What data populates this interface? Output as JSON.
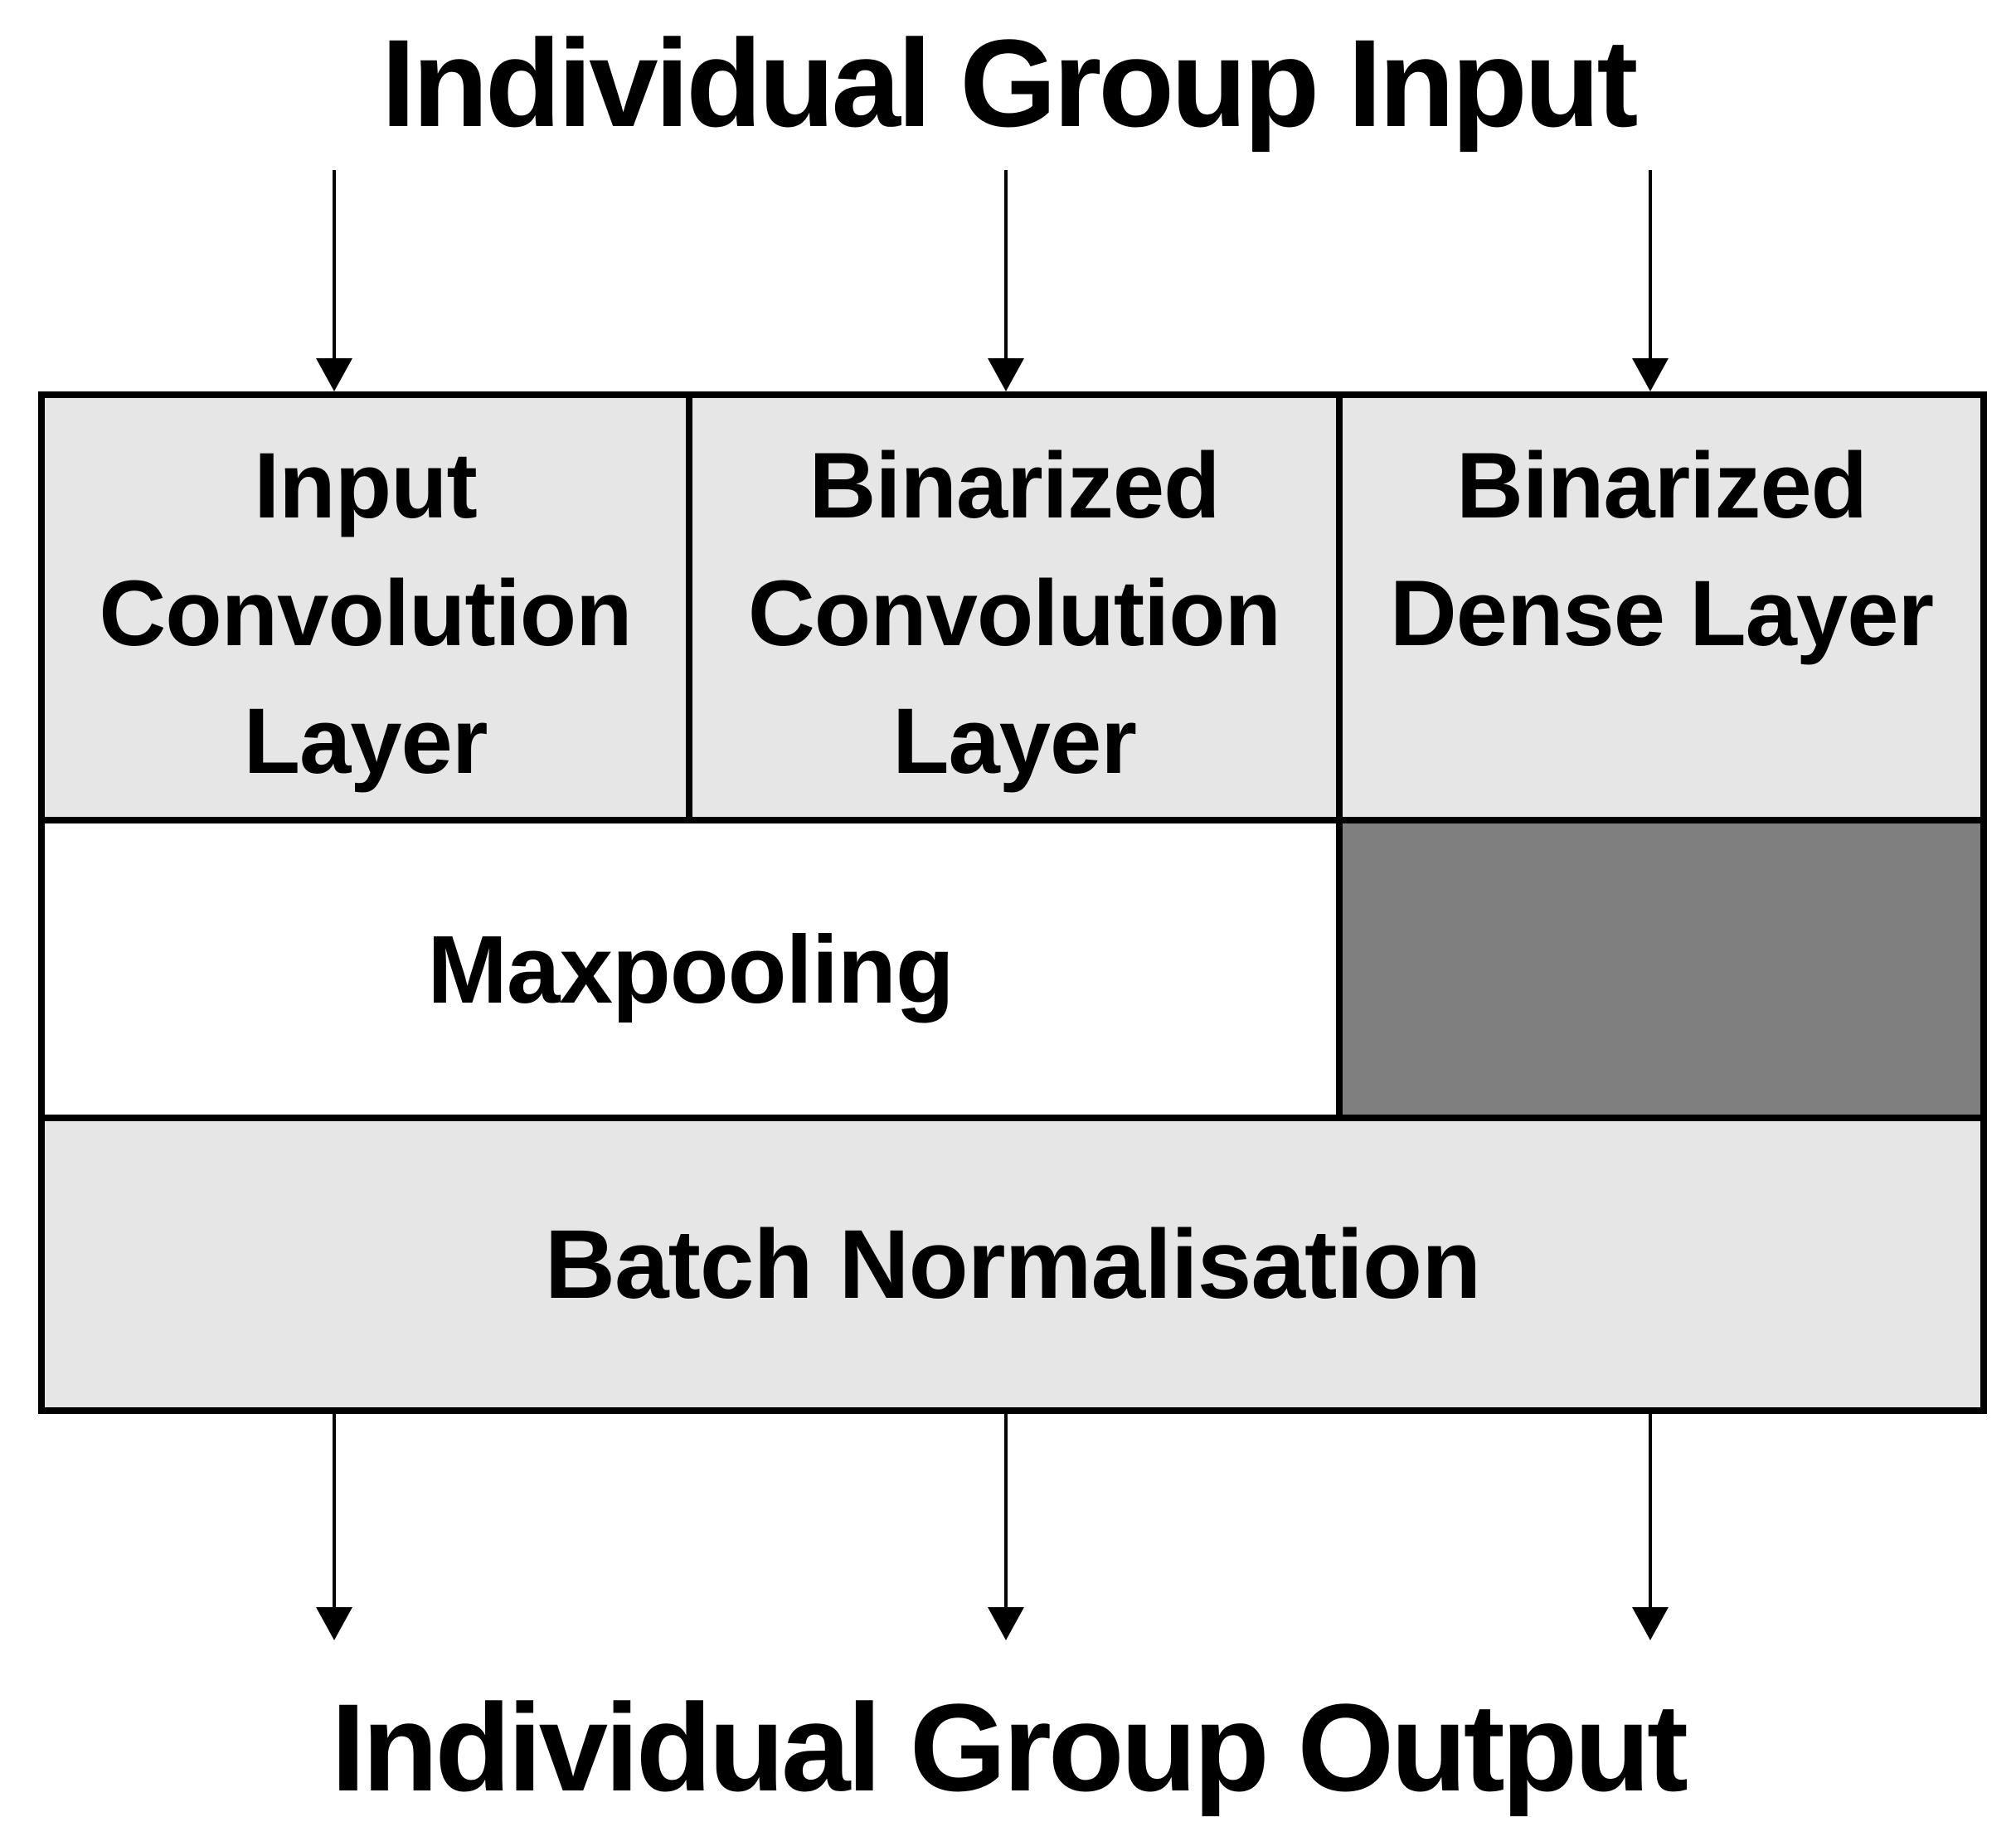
{
  "titles": {
    "input": "Individual Group Input",
    "output": "Individual Group Output"
  },
  "table": {
    "row1": {
      "col1": "Input\nConvolution\nLayer",
      "col2": "Binarized\nConvolution\nLayer",
      "col3": "Binarized\nDense Layer"
    },
    "row2": {
      "maxpooling": "Maxpooling"
    },
    "row3": {
      "batch_normalisation": "Batch Normalisation"
    }
  },
  "icons": {
    "arrowhead": "down-arrow"
  },
  "colors": {
    "cell_light": "#e6e6e6",
    "cell_dark": "#7f7f7f",
    "cell_white": "#ffffff",
    "border": "#000000",
    "text": "#000000",
    "background": "#ffffff"
  }
}
